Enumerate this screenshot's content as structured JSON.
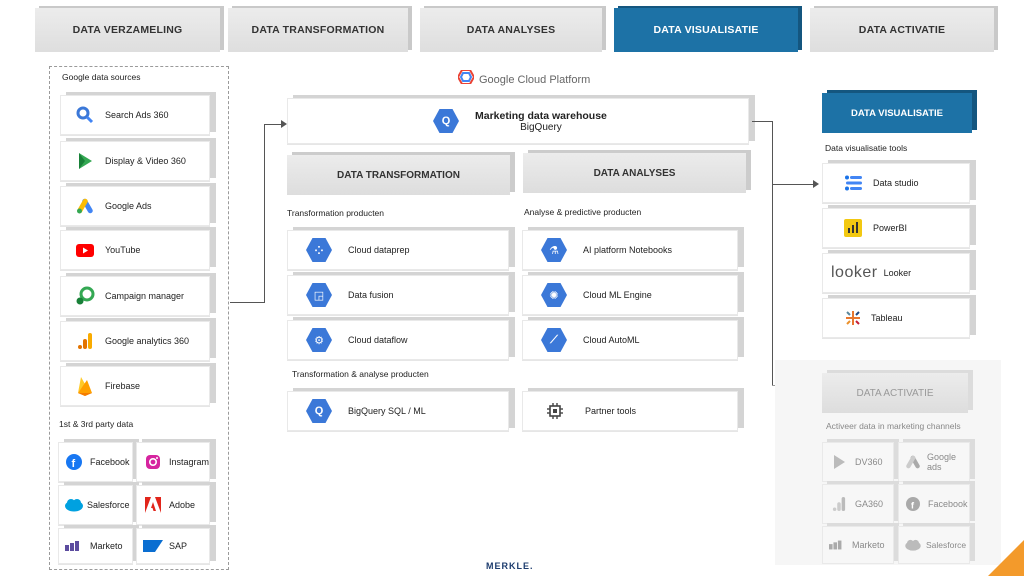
{
  "tabs": [
    "DATA VERZAMELING",
    "DATA TRANSFORMATION",
    "DATA ANALYSES",
    "DATA VISUALISATIE",
    "DATA ACTIVATIE"
  ],
  "sources": {
    "google_label": "Google data sources",
    "google": [
      "Search Ads 360",
      "Display & Video 360",
      "Google Ads",
      "YouTube",
      "Campaign manager",
      "Google analytics 360",
      "Firebase"
    ],
    "third_label": "1st & 3rd party data",
    "third": [
      "Facebook",
      "Instagram",
      "Salesforce",
      "Adobe",
      "Marketo",
      "SAP"
    ]
  },
  "gcp": {
    "logo": "Google Cloud Platform"
  },
  "warehouse": {
    "title": "Marketing data warehouse",
    "subtitle": "BigQuery"
  },
  "transformation": {
    "header": "DATA TRANSFORMATION",
    "label": "Transformation producten",
    "items": [
      "Cloud dataprep",
      "Data fusion",
      "Cloud dataflow"
    ],
    "combined_label": "Transformation & analyse producten",
    "combined_item": "BigQuery SQL / ML"
  },
  "analyses": {
    "header": "DATA ANALYSES",
    "label": "Analyse & predictive producten",
    "items": [
      "AI platform Notebooks",
      "Cloud ML Engine",
      "Cloud AutoML"
    ],
    "partner": "Partner tools"
  },
  "visualisatie": {
    "header": "DATA VISUALISATIE",
    "label": "Data visualisatie tools",
    "items": [
      "Data studio",
      "PowerBI",
      "Looker",
      "Tableau"
    ],
    "looker_logo": "looker"
  },
  "activatie": {
    "header": "DATA ACTIVATIE",
    "label": "Activeer data in marketing channels",
    "items": [
      "DV360",
      "Google ads",
      "GA360",
      "Facebook",
      "Marketo",
      "Salesforce"
    ]
  },
  "footer": {
    "brand": "MERKLE."
  },
  "colors": {
    "accent": "#1d72a6",
    "google_blue": "#3b78d8",
    "corner": "#f39a2b"
  }
}
